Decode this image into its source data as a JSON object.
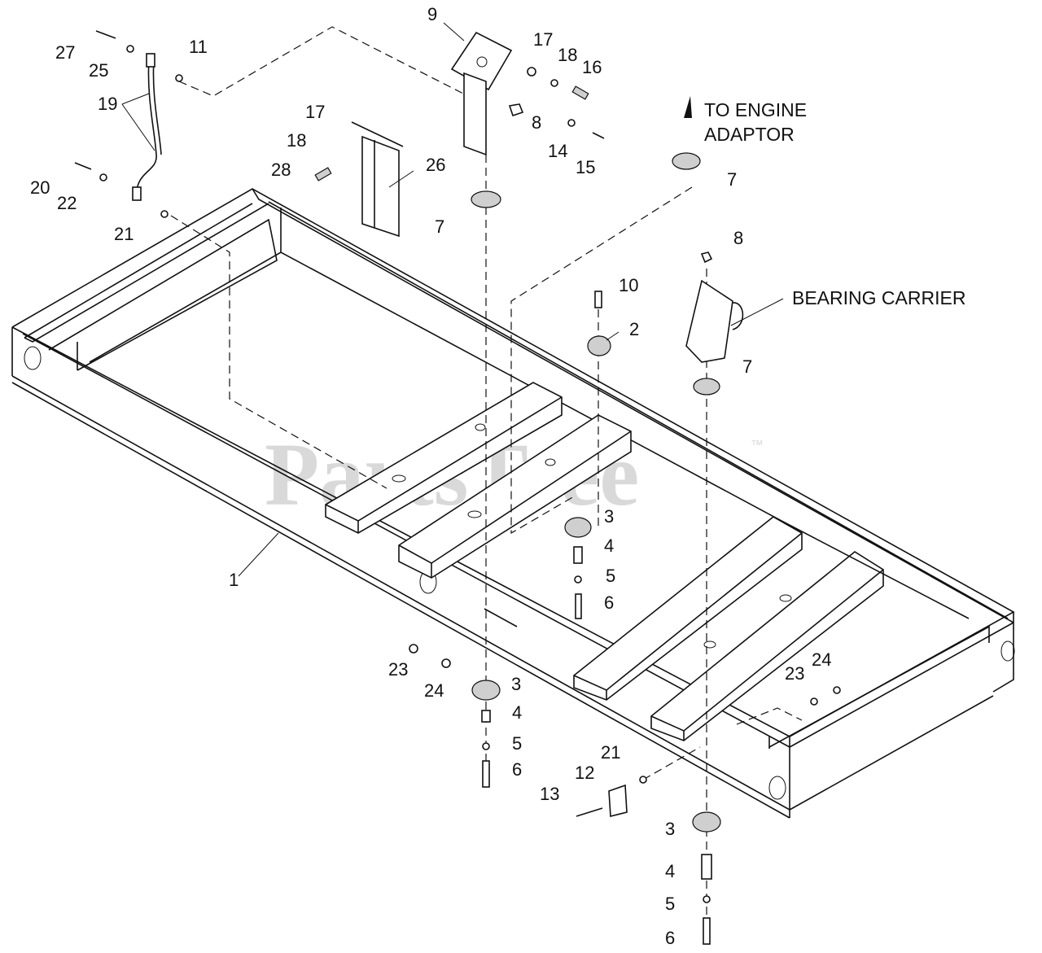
{
  "diagram": {
    "captions": {
      "engine_line1": "TO ENGINE",
      "engine_line2": "ADAPTOR",
      "bearing": "BEARING CARRIER"
    },
    "watermark": "PartsTree",
    "trademark": "™",
    "callouts": {
      "c1": "1",
      "c2": "2",
      "c3a": "3",
      "c3b": "3",
      "c3c": "3",
      "c4a": "4",
      "c4b": "4",
      "c4c": "4",
      "c5a": "5",
      "c5b": "5",
      "c5c": "5",
      "c6a": "6",
      "c6b": "6",
      "c6c": "6",
      "c7a": "7",
      "c7b": "7",
      "c7c": "7",
      "c8a": "8",
      "c8b": "8",
      "c9": "9",
      "c10": "10",
      "c11": "11",
      "c12": "12",
      "c13": "13",
      "c14": "14",
      "c15": "15",
      "c16": "16",
      "c17a": "17",
      "c17b": "17",
      "c18a": "18",
      "c18b": "18",
      "c19": "19",
      "c20": "20",
      "c21a": "21",
      "c21b": "21",
      "c22": "22",
      "c23a": "23",
      "c23b": "23",
      "c24a": "24",
      "c24b": "24",
      "c25": "25",
      "c26": "26",
      "c27": "27",
      "c28": "28"
    }
  }
}
